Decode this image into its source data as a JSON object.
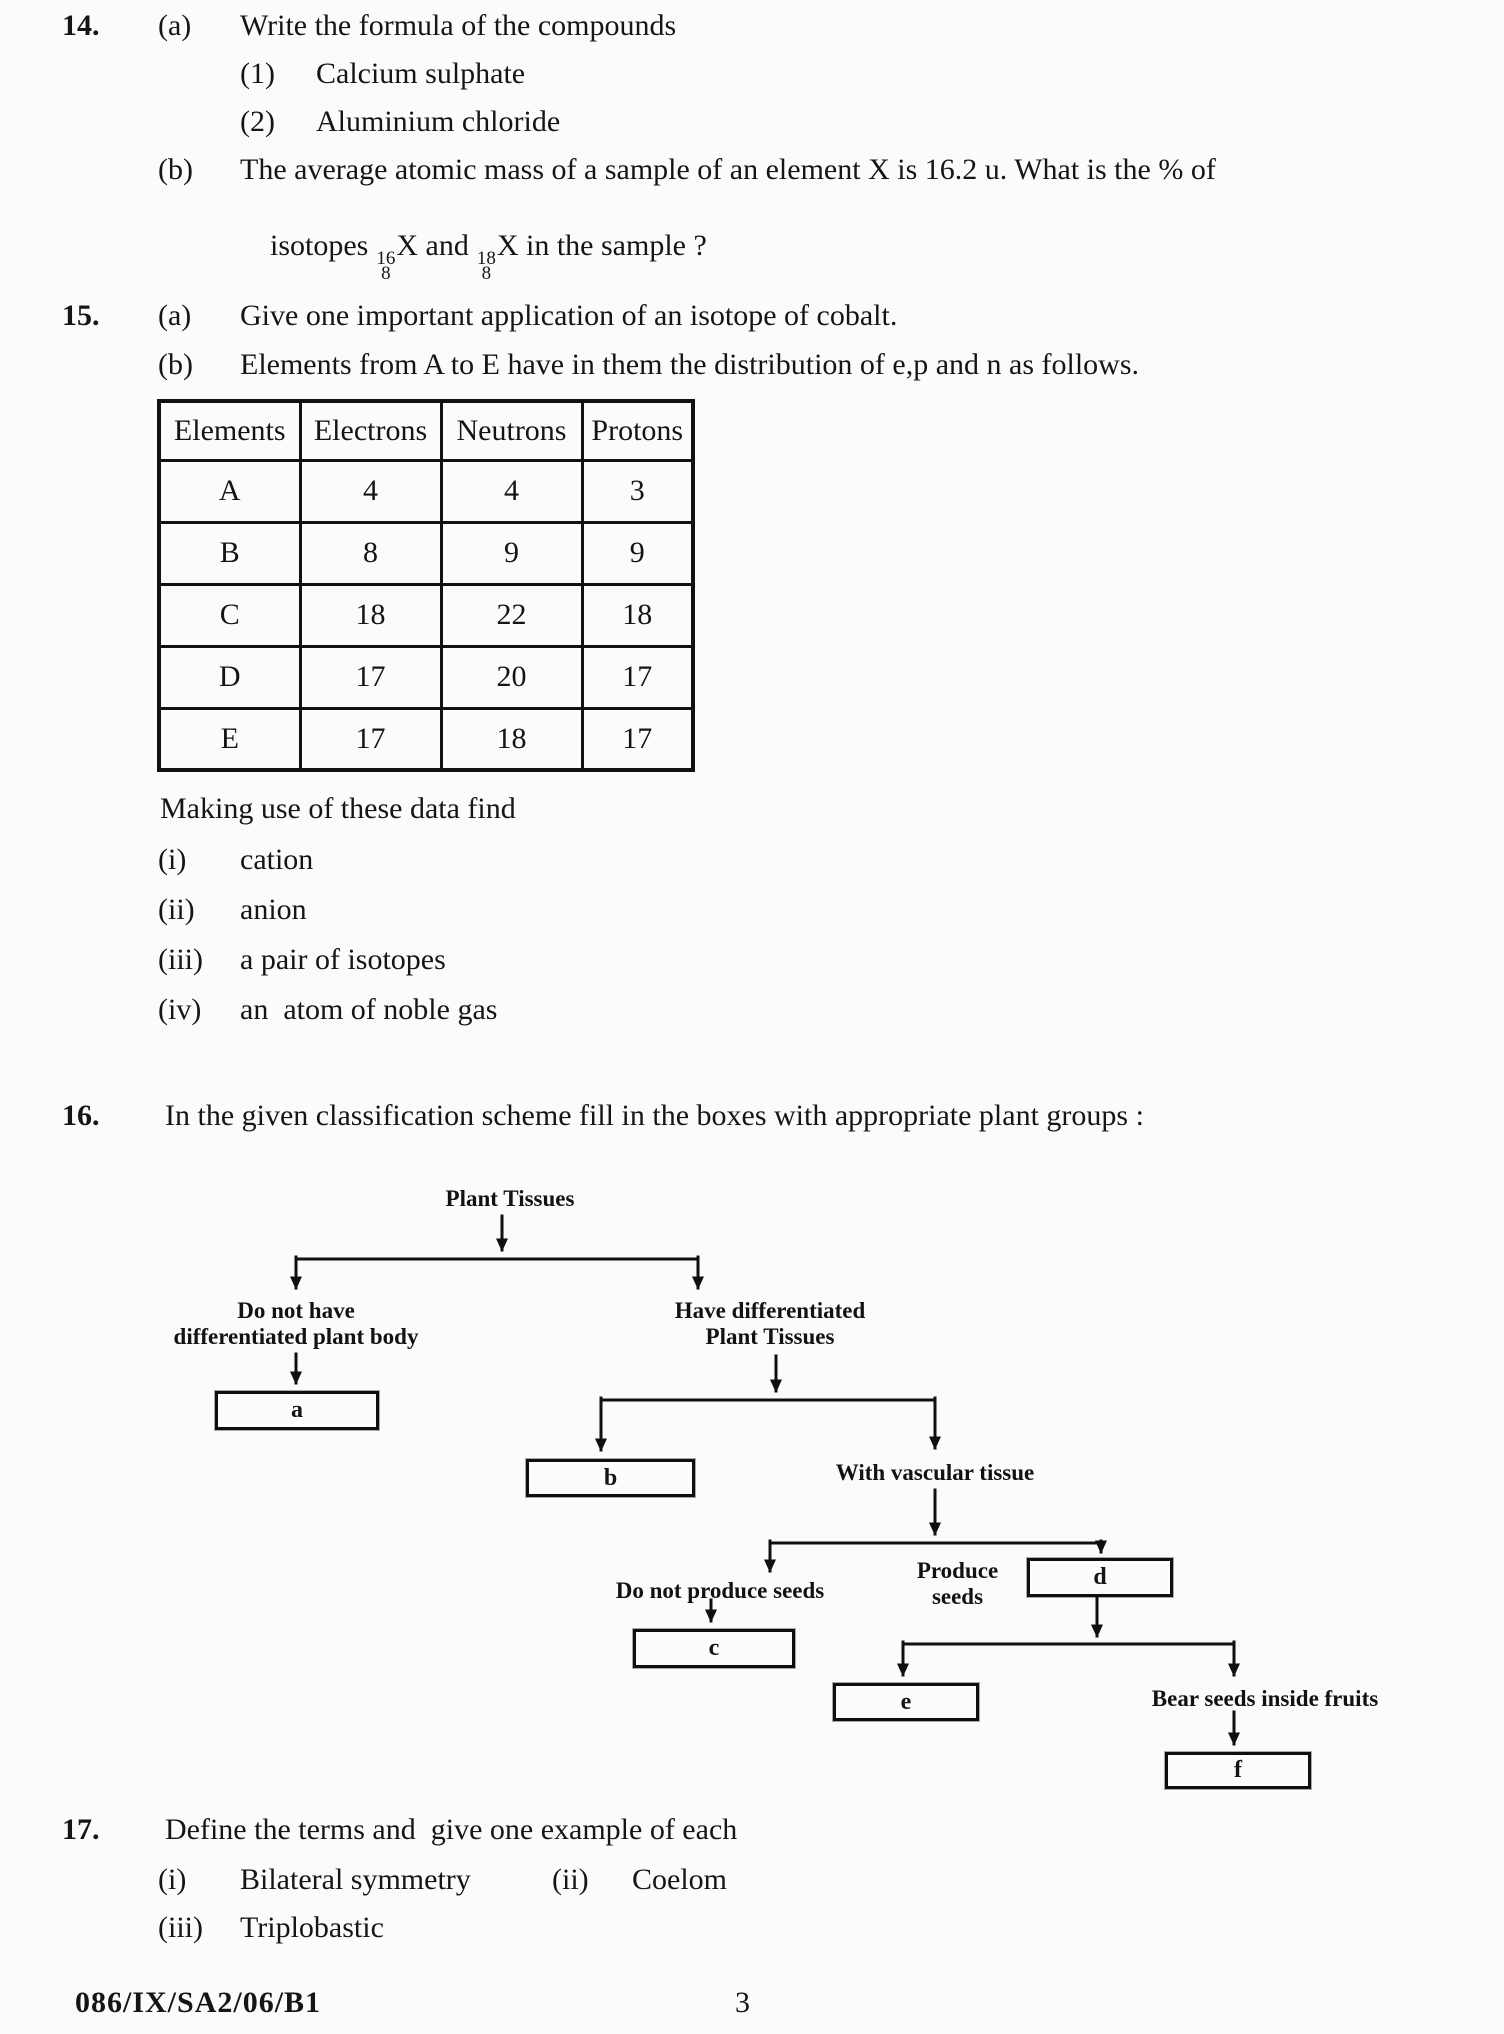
{
  "q14": {
    "number": "14.",
    "a_label": "(a)",
    "a_text": "Write the formula of the compounds",
    "s1_label": "(1)",
    "s1_text": "Calcium sulphate",
    "s2_label": "(2)",
    "s2_text": "Aluminium chloride",
    "b_label": "(b)",
    "b_line1": "The average atomic mass of a sample of an element X is 16.2 u. What is the % of",
    "b_pre": "isotopes",
    "iso1_mass": "16",
    "iso1_z": "8",
    "iso1_sym": "X",
    "b_mid": " and",
    "iso2_mass": "18",
    "iso2_z": "8",
    "iso2_sym": "X",
    "b_post": " in the sample ?"
  },
  "q15": {
    "number": "15.",
    "a_label": "(a)",
    "a_text": "Give one important application of an isotope of cobalt.",
    "b_label": "(b)",
    "b_text": "Elements from A to E have in them the distribution of e,p and n as follows.",
    "table": {
      "headers": [
        "Elements",
        "Electrons",
        "Neutrons",
        "Protons"
      ],
      "rows": [
        [
          "A",
          "4",
          "4",
          "3"
        ],
        [
          "B",
          "8",
          "9",
          "9"
        ],
        [
          "C",
          "18",
          "22",
          "18"
        ],
        [
          "D",
          "17",
          "20",
          "17"
        ],
        [
          "E",
          "17",
          "18",
          "17"
        ]
      ]
    },
    "making_use": "Making use of these data find",
    "items": [
      {
        "label": "(i)",
        "text": "cation"
      },
      {
        "label": "(ii)",
        "text": "anion"
      },
      {
        "label": "(iii)",
        "text": "a pair of isotopes"
      },
      {
        "label": "(iv)",
        "text": "an  atom of noble gas"
      }
    ]
  },
  "q16": {
    "number": "16.",
    "text": "In the given classification scheme fill in the boxes with appropriate plant groups :",
    "flowchart": {
      "root": "Plant Tissues",
      "left_line1": "Do not have",
      "left_line2": "differentiated plant body",
      "box_a": "a",
      "right_line1": "Have differentiated",
      "right_line2": "Plant Tissues",
      "box_b": "b",
      "with_vascular": "With vascular tissue",
      "do_not_produce": "Do not produce seeds",
      "box_c": "c",
      "produce_line1": "Produce",
      "produce_line2": "seeds",
      "box_d": "d",
      "box_e": "e",
      "bear_seeds": "Bear seeds inside fruits",
      "box_f": "f"
    }
  },
  "q17": {
    "number": "17.",
    "text": "Define the terms and  give one example of each",
    "items": [
      {
        "label": "(i)",
        "text": "Bilateral symmetry"
      },
      {
        "label": "(ii)",
        "text": "Coelom"
      },
      {
        "label": "(iii)",
        "text": "Triplobastic"
      }
    ]
  },
  "footer": {
    "code": "086/IX/SA2/06/B1",
    "page_number": "3"
  }
}
